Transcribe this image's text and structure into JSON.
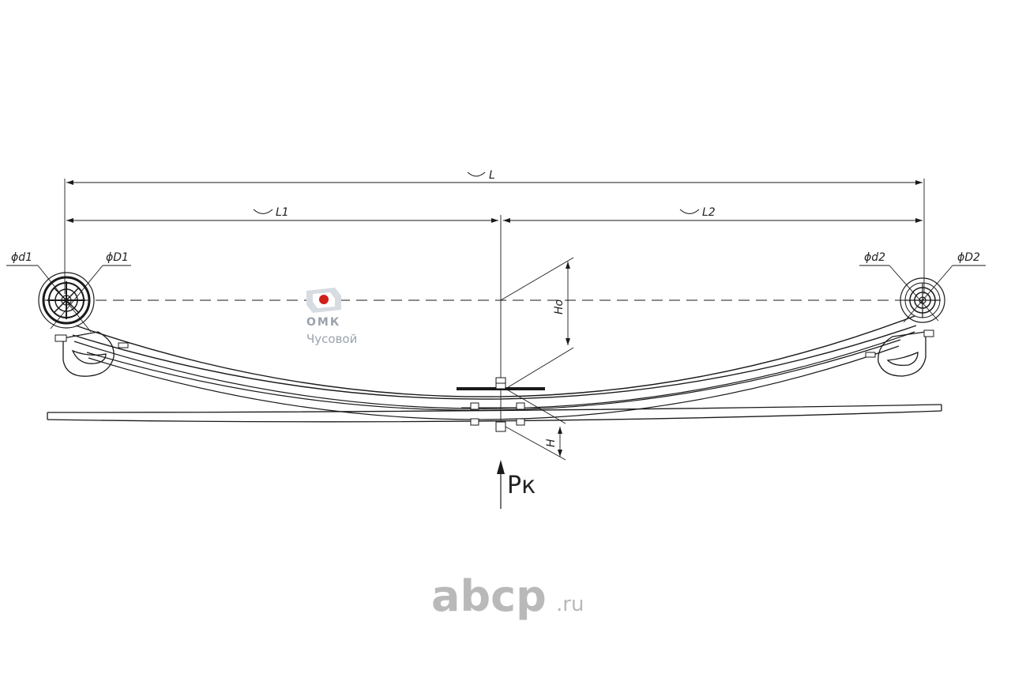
{
  "dimensions": {
    "total_length": "L",
    "left_length": "L1",
    "right_length": "L2",
    "free_height": "Ho",
    "loaded_height": "H",
    "left_eye_inner": "ϕd1",
    "left_eye_outer": "ϕD1",
    "right_eye_inner": "ϕd2",
    "right_eye_outer": "ϕD2"
  },
  "load": {
    "label": "Рк"
  },
  "brand": {
    "name": "ОМК",
    "subtitle": "Чусовой",
    "accent_color": "#d0201c"
  },
  "watermark": {
    "main": "abcp",
    "tld": ".ru"
  },
  "colors": {
    "line": "#1a1a1a",
    "watermark": "#b9b9b9",
    "brand_gray": "#9aa3ad"
  }
}
